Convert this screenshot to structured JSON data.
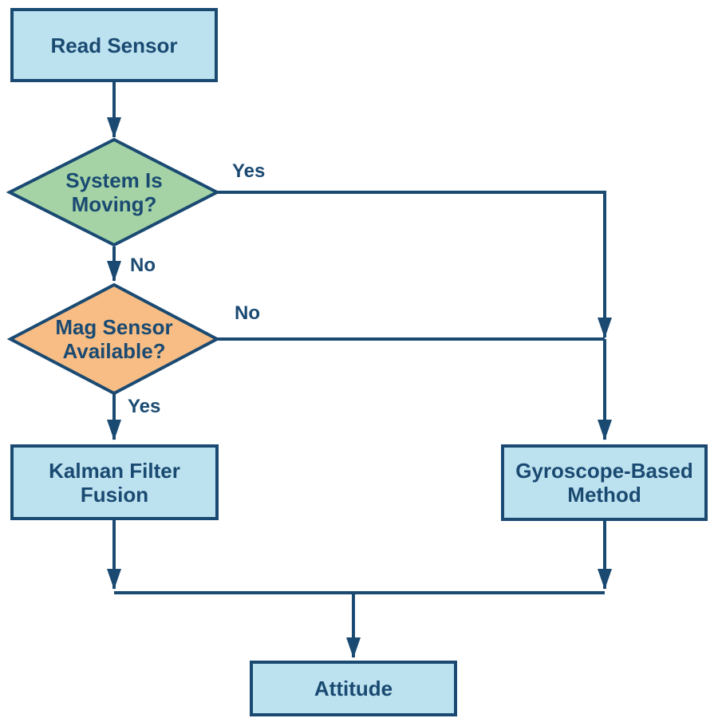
{
  "colors": {
    "navy": "#1a4a72",
    "blue_fill": "#bde2ef",
    "green_fill": "#a5d3a6",
    "orange_fill": "#f8bd84",
    "bg": "#ffffff"
  },
  "flowchart": {
    "nodes": {
      "read_sensor": {
        "label": "Read Sensor",
        "shape": "rectangle",
        "fill": "blue"
      },
      "system_moving": {
        "label": "System Is\nMoving?",
        "shape": "diamond",
        "fill": "green"
      },
      "mag_available": {
        "label": "Mag Sensor\nAvailable?",
        "shape": "diamond",
        "fill": "orange"
      },
      "kalman": {
        "label": "Kalman Filter\nFusion",
        "shape": "rectangle",
        "fill": "blue"
      },
      "gyro": {
        "label": "Gyroscope-Based\nMethod",
        "shape": "rectangle",
        "fill": "blue"
      },
      "attitude": {
        "label": "Attitude",
        "shape": "rectangle",
        "fill": "blue"
      }
    },
    "edge_labels": {
      "system_moving_yes": "Yes",
      "system_moving_no": "No",
      "mag_available_no": "No",
      "mag_available_yes": "Yes"
    }
  }
}
